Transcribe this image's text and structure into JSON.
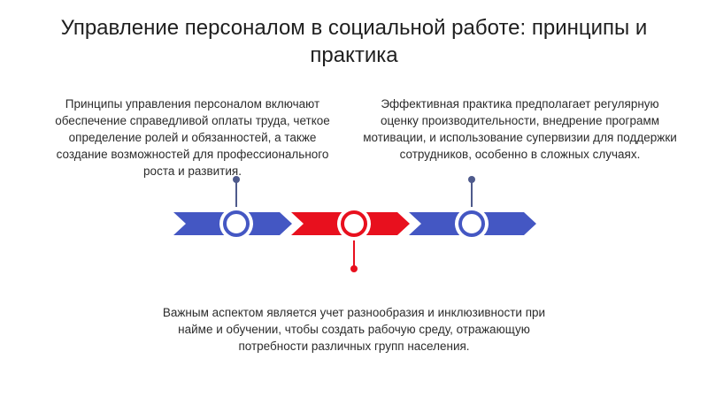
{
  "title": "Управление персоналом в социальной работе: принципы и практика",
  "blocks": [
    {
      "text": "Принципы управления персоналом включают обеспечение справедливой оплаты труда, четкое определение ролей и обязанностей, а также создание возможностей для профессионального роста и развития."
    },
    {
      "text": "Эффективная практика предполагает регулярную оценку производительности, внедрение программ мотивации, и использование супервизии для поддержки сотрудников, особенно в сложных случаях."
    },
    {
      "text": "Важным аспектом является учет разнообразия и инклюзивности при найме и обучении, чтобы создать рабочую среду, отражающую потребности различных групп населения."
    }
  ],
  "colors": {
    "blue": "#4457c3",
    "red": "#e8101e",
    "connector_blue": "#4e5a8c",
    "connector_red": "#e8101e"
  }
}
